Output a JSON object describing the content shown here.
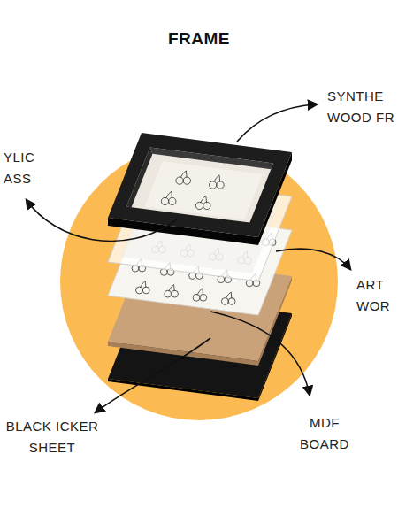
{
  "diagram": {
    "title": "FRAME",
    "labels": [
      "SYNTHE WOOD FR",
      "YLIC ASS",
      "ART WOR",
      "BLACK ICKER SHEET",
      "MDF BOARD"
    ]
  }
}
